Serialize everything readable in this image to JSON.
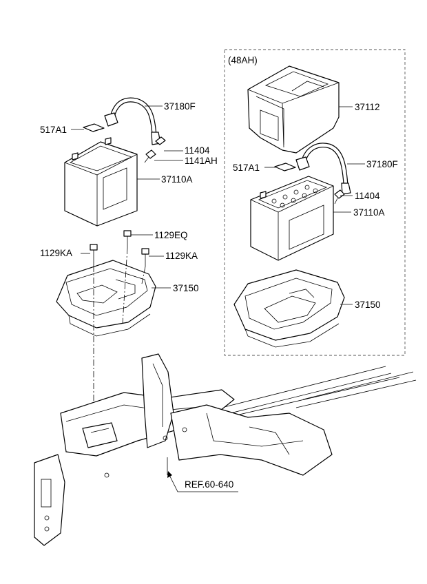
{
  "labels": {
    "box_title": "(48AH)",
    "left_cable": "37180F",
    "left_pad": "517A1",
    "left_clamp_bolt": "11404",
    "left_clamp_nut": "1141AH",
    "left_battery": "37110A",
    "tray_bolt_center": "1129EQ",
    "tray_bolt_left": "1129KA",
    "tray_bolt_right": "1129KA",
    "left_tray": "37150",
    "right_cover": "37112",
    "right_pad": "517A1",
    "right_cable": "37180F",
    "right_clamp_bolt": "11404",
    "right_battery": "37110A",
    "right_tray": "37150",
    "reference": "REF.60-640"
  }
}
